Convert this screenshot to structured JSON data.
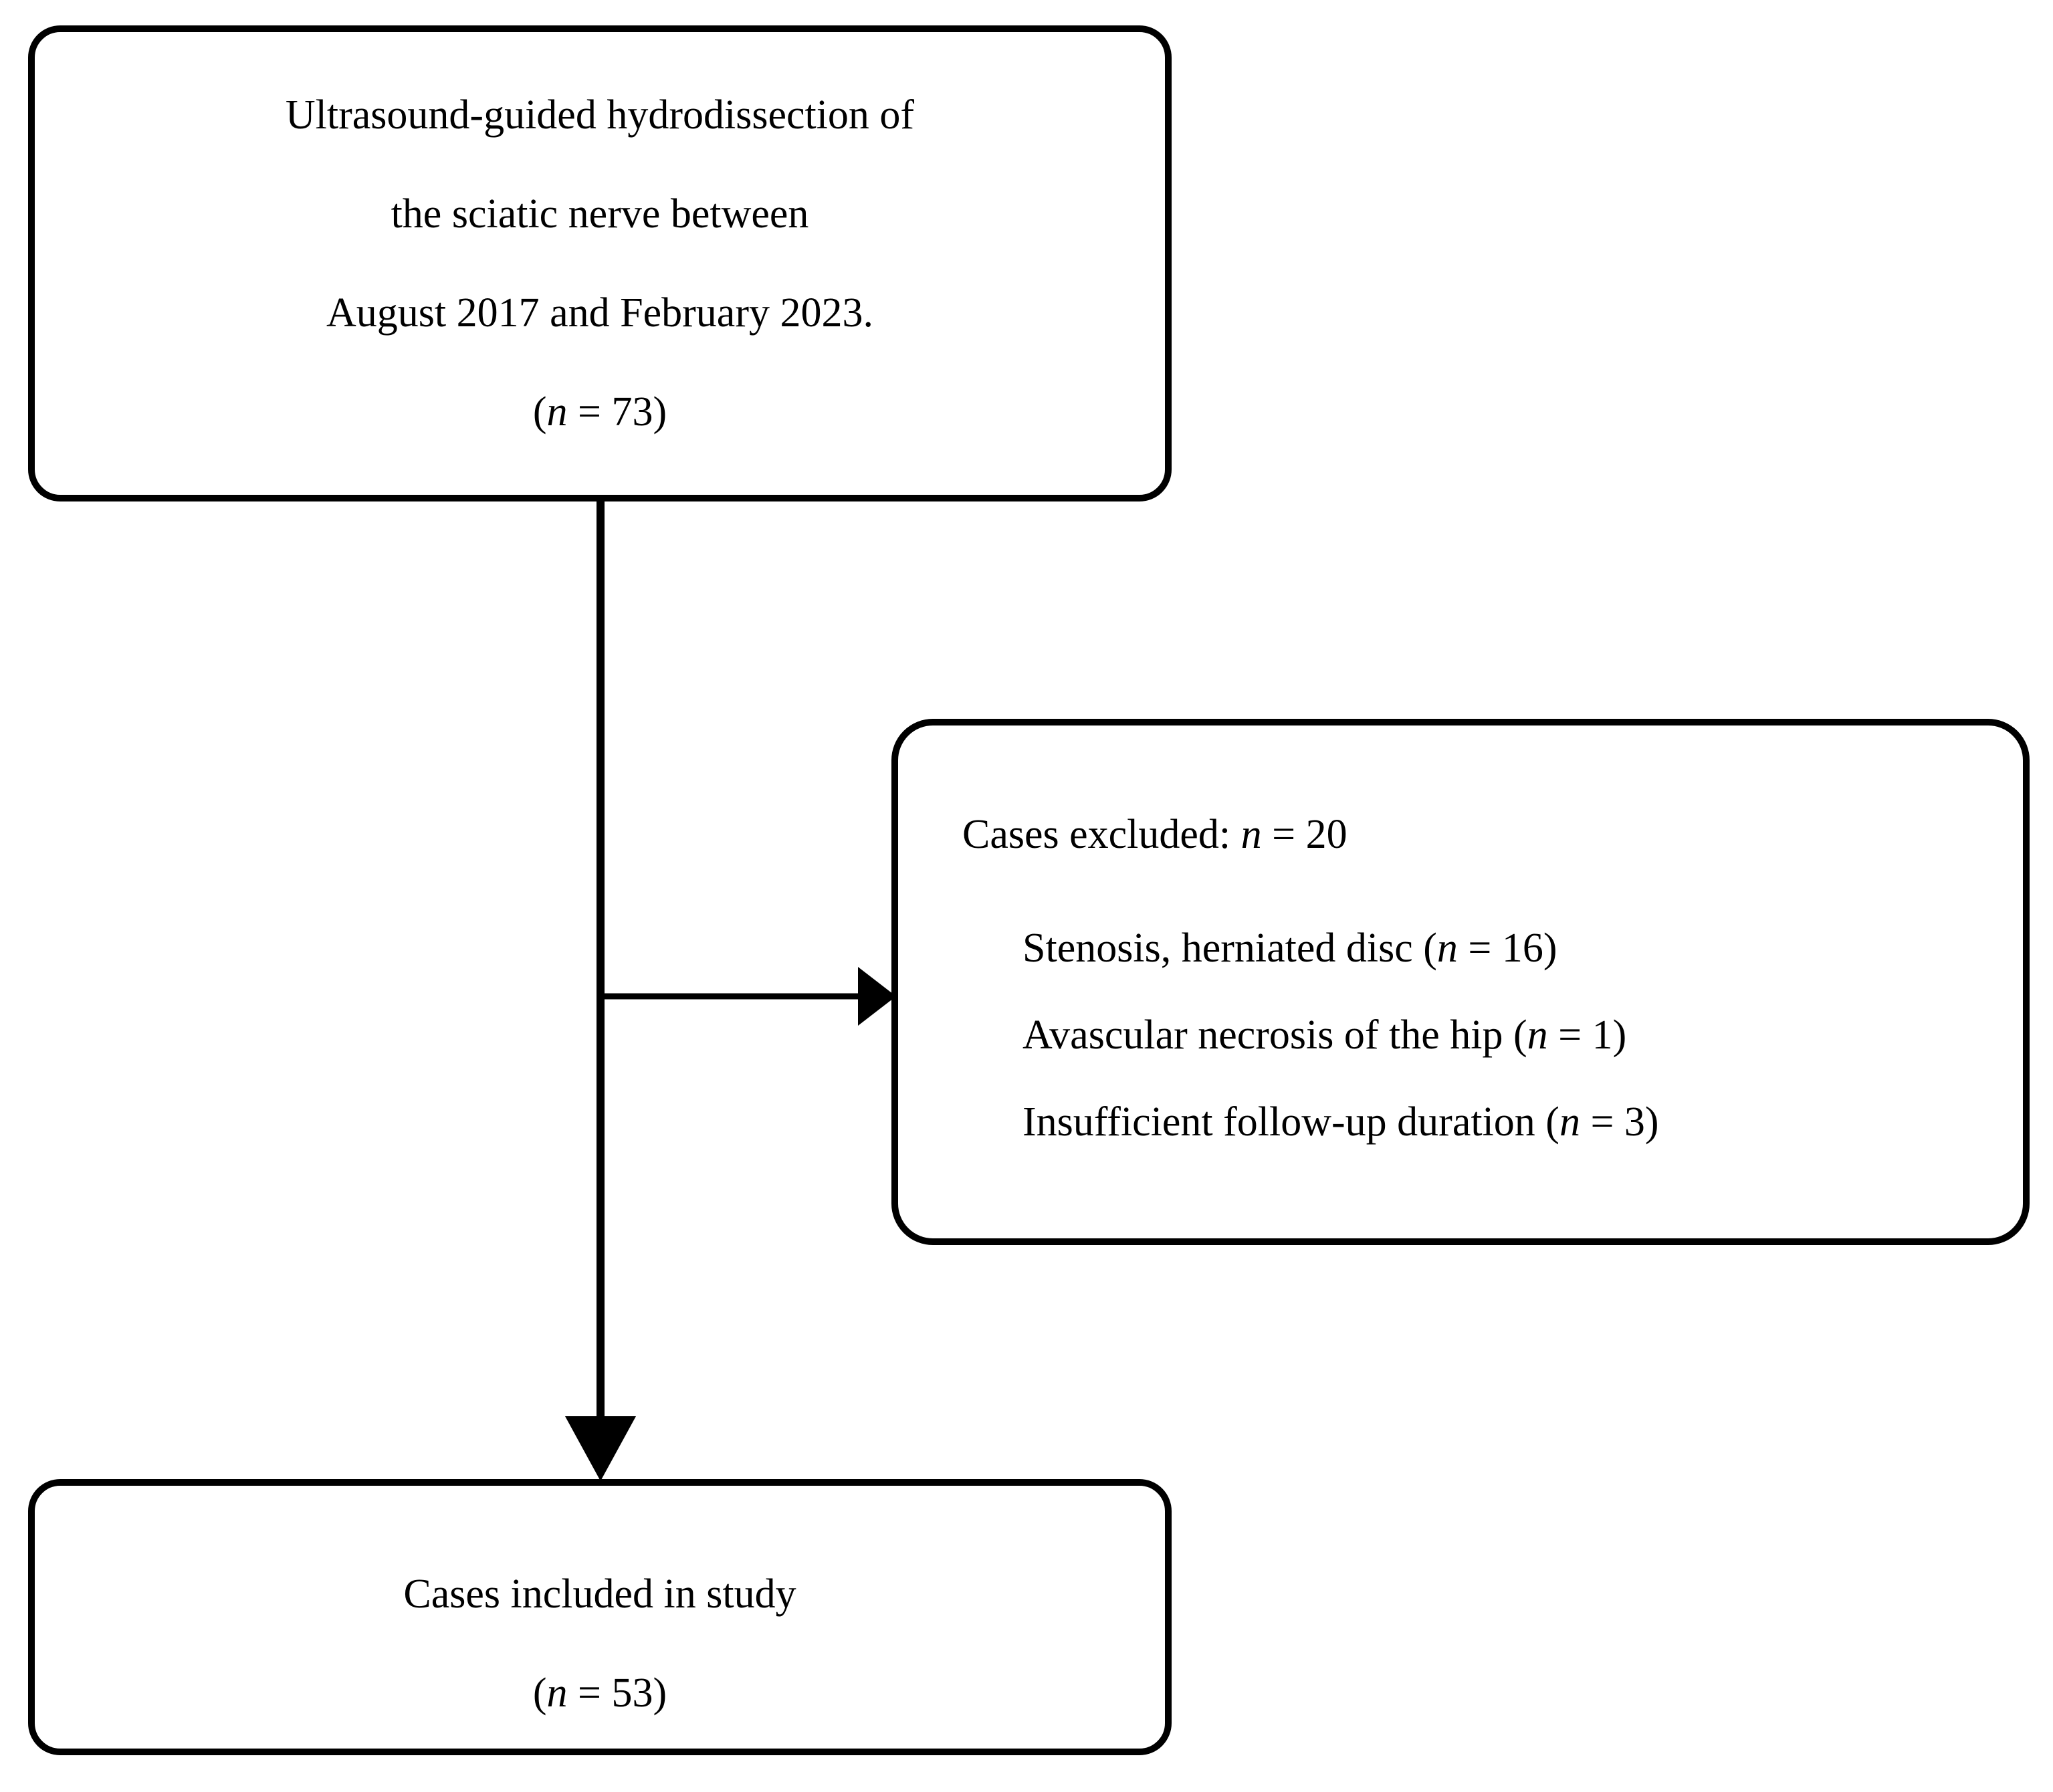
{
  "diagram": {
    "type": "flowchart",
    "title": "Study case selection flow diagram",
    "colors": {
      "stroke": "#000000",
      "background": "#ffffff",
      "text": "#000000"
    },
    "boxes": {
      "enrollment": {
        "lines": [
          "Ultrasound-guided hydrodissection of",
          "the sciatic nerve between",
          "August 2017 and February 2023."
        ],
        "count_prefix": "(",
        "count_symbol": "n",
        "count_equals": " = ",
        "count_value": "73",
        "count_suffix": ")"
      },
      "exclusions": {
        "heading_label": "Cases excluded: ",
        "heading_symbol": "n",
        "heading_equals": " = ",
        "heading_value": "20",
        "items": [
          {
            "label": "Stenosis, herniated disc (",
            "symbol": "n",
            "equals": " = ",
            "value": "16",
            "suffix": ")"
          },
          {
            "label": "Avascular necrosis of the hip (",
            "symbol": "n",
            "equals": " = ",
            "value": "1",
            "suffix": ")"
          },
          {
            "label": "Insufficient follow-up duration (",
            "symbol": "n",
            "equals": " = ",
            "value": "3",
            "suffix": ")"
          }
        ]
      },
      "included": {
        "lines": [
          "Cases included in study"
        ],
        "count_prefix": "(",
        "count_symbol": "n",
        "count_equals": " = ",
        "count_value": "53",
        "count_suffix": ")"
      }
    },
    "connectors": [
      {
        "name": "enrollment-to-included",
        "orientation": "vertical",
        "from": "enrollment",
        "to": "included"
      },
      {
        "name": "enrollment-to-exclusions",
        "orientation": "horizontal",
        "from": "enrollment",
        "to": "exclusions"
      }
    ]
  }
}
